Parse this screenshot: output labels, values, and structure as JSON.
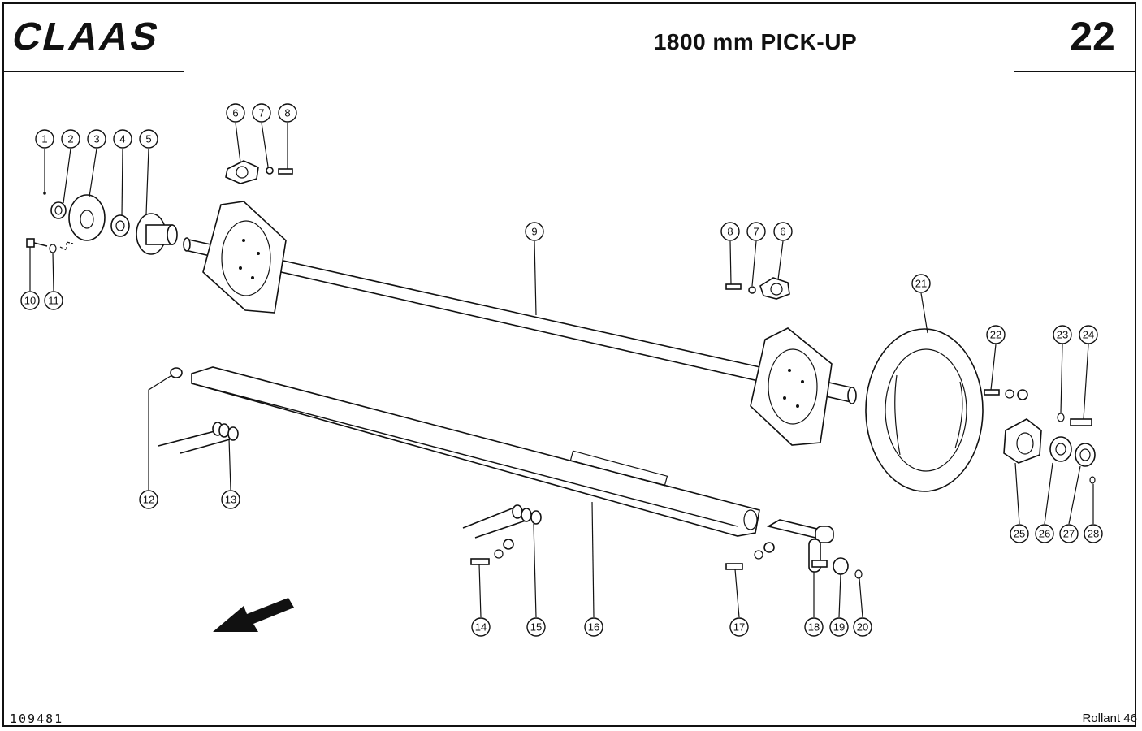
{
  "header": {
    "brand": "CLAAS",
    "title": "1800 mm PICK-UP",
    "page_number": "22"
  },
  "footer": {
    "code": "109481",
    "model": "Rollant 46"
  },
  "callouts": [
    {
      "id": "c1",
      "label": "1"
    },
    {
      "id": "c2",
      "label": "2"
    },
    {
      "id": "c3",
      "label": "3"
    },
    {
      "id": "c4",
      "label": "4"
    },
    {
      "id": "c5",
      "label": "5"
    },
    {
      "id": "c6a",
      "label": "6"
    },
    {
      "id": "c7a",
      "label": "7"
    },
    {
      "id": "c8a",
      "label": "8"
    },
    {
      "id": "c9",
      "label": "9"
    },
    {
      "id": "c8b",
      "label": "8"
    },
    {
      "id": "c7b",
      "label": "7"
    },
    {
      "id": "c6b",
      "label": "6"
    },
    {
      "id": "c10",
      "label": "10"
    },
    {
      "id": "c11",
      "label": "11"
    },
    {
      "id": "c21",
      "label": "21"
    },
    {
      "id": "c22",
      "label": "22"
    },
    {
      "id": "c23",
      "label": "23"
    },
    {
      "id": "c24",
      "label": "24"
    },
    {
      "id": "c12",
      "label": "12"
    },
    {
      "id": "c13",
      "label": "13"
    },
    {
      "id": "c25",
      "label": "25"
    },
    {
      "id": "c26",
      "label": "26"
    },
    {
      "id": "c27",
      "label": "27"
    },
    {
      "id": "c28",
      "label": "28"
    },
    {
      "id": "c14",
      "label": "14"
    },
    {
      "id": "c15",
      "label": "15"
    },
    {
      "id": "c16",
      "label": "16"
    },
    {
      "id": "c17",
      "label": "17"
    },
    {
      "id": "c18",
      "label": "18"
    },
    {
      "id": "c19",
      "label": "19"
    },
    {
      "id": "c20",
      "label": "20"
    }
  ]
}
